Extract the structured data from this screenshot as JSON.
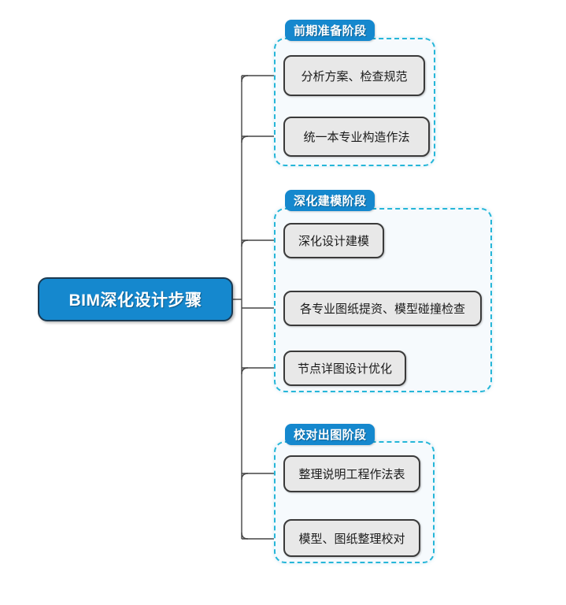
{
  "diagram": {
    "title": "BIM深化设计步骤",
    "root": {
      "label": "BIM深化设计步骤",
      "fill": "#1588ce",
      "text_color": "#ffffff"
    },
    "accent_colors": {
      "node_blue": "#1588ce",
      "dashed_border": "#25b6d8",
      "group_fill": "#f6fafd",
      "leaf_fill": "#e8e8e8",
      "leaf_border": "#3a3a3a",
      "connector": "#444444"
    },
    "groups": [
      {
        "tag": "前期准备阶段",
        "items": [
          {
            "label": "分析方案、检查规范"
          },
          {
            "label": "统一本专业构造作法"
          }
        ]
      },
      {
        "tag": "深化建模阶段",
        "items": [
          {
            "label": "深化设计建模"
          },
          {
            "label": "各专业图纸提资、模型碰撞检查"
          },
          {
            "label": "节点详图设计优化"
          }
        ]
      },
      {
        "tag": "校对出图阶段",
        "items": [
          {
            "label": "整理说明工程作法表"
          },
          {
            "label": "模型、图纸整理校对"
          }
        ]
      }
    ]
  }
}
